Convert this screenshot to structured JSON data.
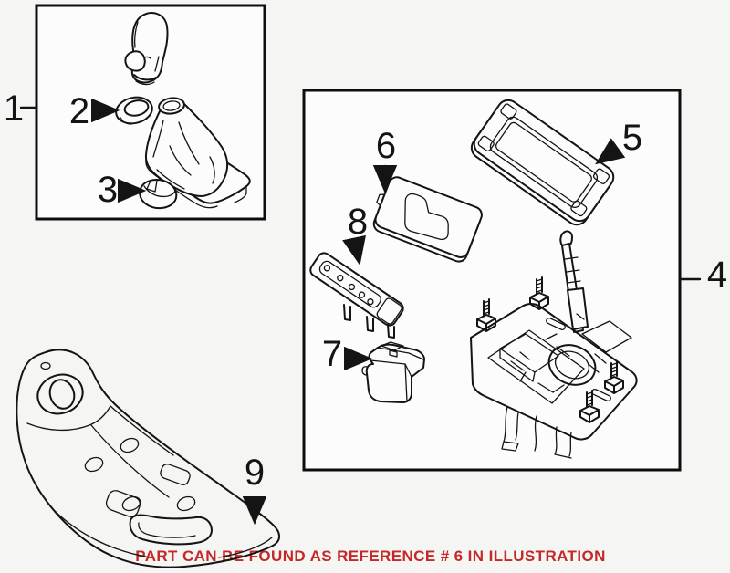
{
  "colors": {
    "background": "#f5f5f4",
    "line": "#141414",
    "box_fill": "#fcfcfc",
    "notice_red": "#c42828"
  },
  "callouts": {
    "c1": "1",
    "c2": "2",
    "c3": "3",
    "c4": "4",
    "c5": "5",
    "c6": "6",
    "c7": "7",
    "c8": "8",
    "c9": "9"
  },
  "notice": {
    "text": "PART CAN BE FOUND AS REFERENCE # 6 IN ILLUSTRATION"
  }
}
